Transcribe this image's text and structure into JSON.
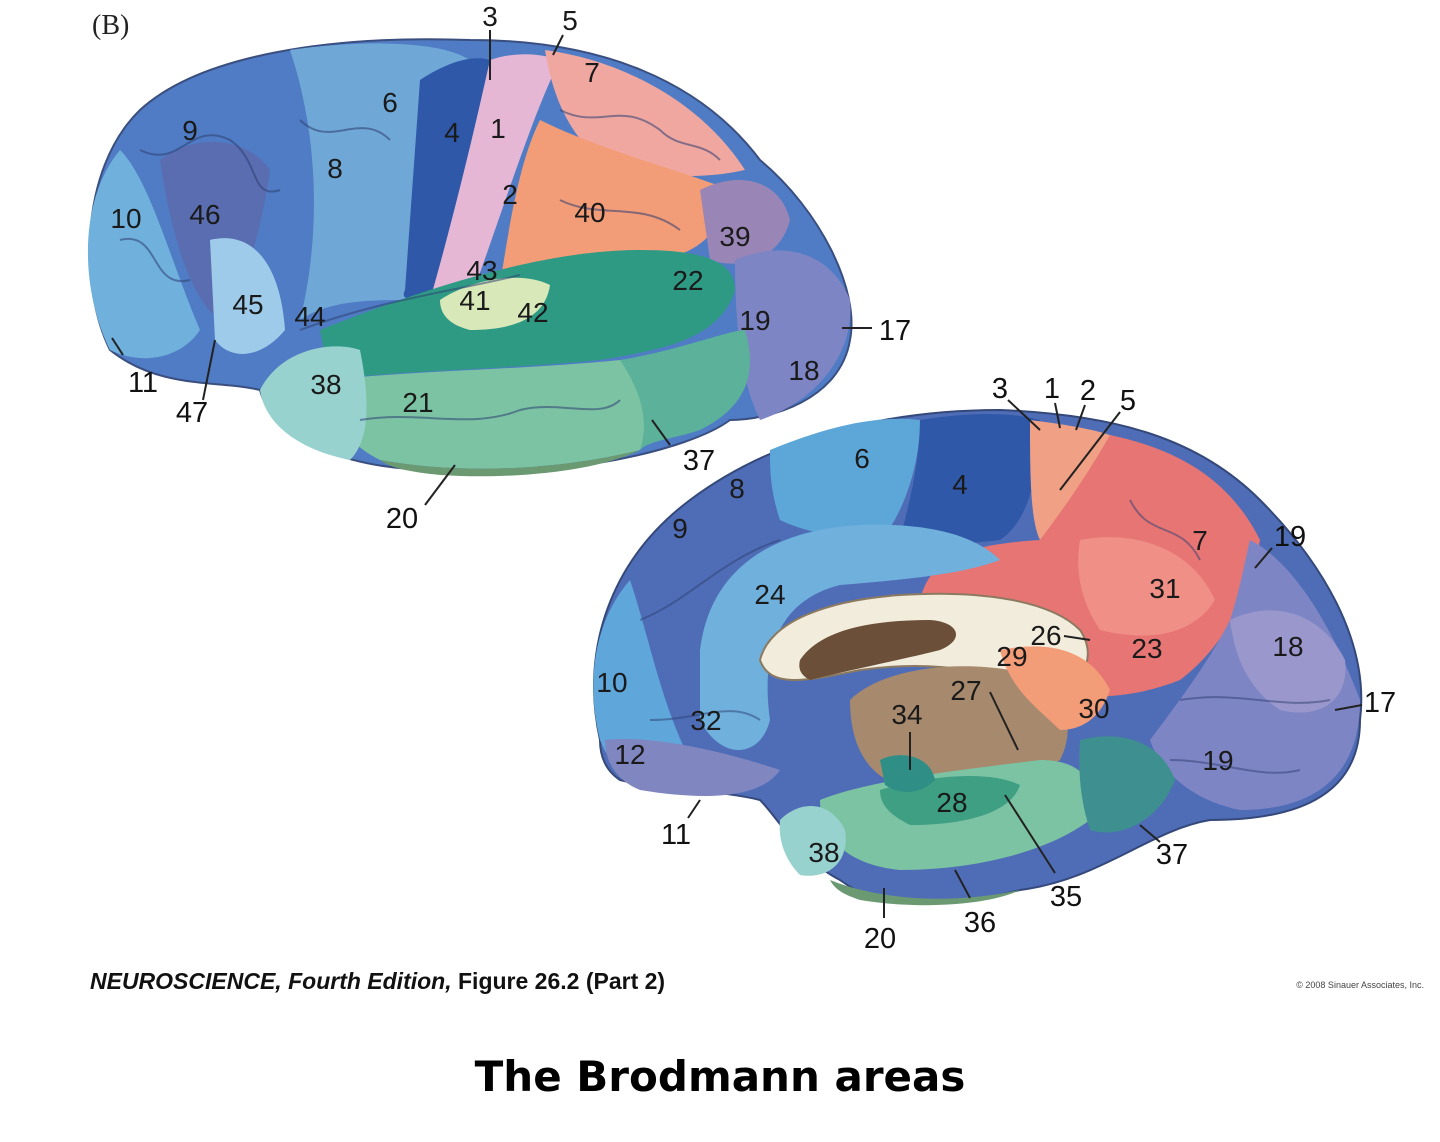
{
  "panel_letter": "(B)",
  "caption": {
    "book": "NEUROSCIENCE,",
    "edition": "Fourth Edition,",
    "figure": "Figure 26.2 (Part 2)"
  },
  "copyright": "© 2008 Sinauer Associates, Inc.",
  "title": "The Brodmann areas",
  "lateral_view": {
    "labels": [
      "3",
      "5",
      "7",
      "6",
      "9",
      "1",
      "4",
      "8",
      "2",
      "40",
      "10",
      "46",
      "39",
      "43",
      "22",
      "45",
      "44",
      "41",
      "42",
      "19",
      "17",
      "18",
      "38",
      "21",
      "11",
      "47",
      "37",
      "20"
    ]
  },
  "medial_view": {
    "labels": [
      "3",
      "1",
      "2",
      "5",
      "6",
      "4",
      "8",
      "7",
      "19",
      "9",
      "31",
      "24",
      "26",
      "23",
      "18",
      "29",
      "10",
      "27",
      "30",
      "17",
      "34",
      "32",
      "12",
      "19",
      "28",
      "11",
      "38",
      "37",
      "35",
      "36",
      "20"
    ]
  },
  "colors": {
    "frontal_blue": "#4f7cc4",
    "light_blue": "#6fb0dc",
    "dark_blue": "#3e59a8",
    "motor": "#2f58a8",
    "somatosensory_pink": "#e6b7d4",
    "parietal_orange": "#f39c78",
    "medial_red": "#e67574",
    "temporal_green": "#2f9a84",
    "temporal_light": "#7cc3a3",
    "occipital_purple": "#7e85c4",
    "limbic_brown": "#a7896e"
  }
}
